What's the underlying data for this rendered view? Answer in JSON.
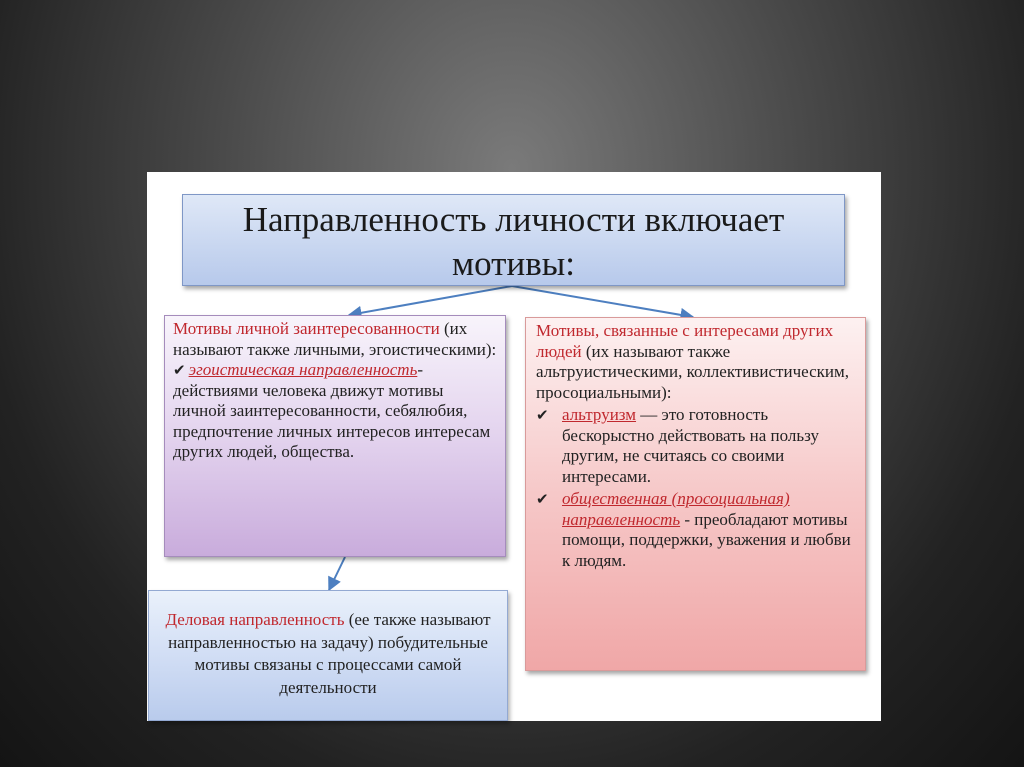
{
  "title": {
    "line1": "Направленность личности включает",
    "line2": "мотивы:"
  },
  "personal": {
    "heading_red": "Мотивы личной заинтересованности",
    "heading_rest": "(их называют также личными, эгоистическими)",
    "colon": ":",
    "term": "эгоистическая направленность",
    "definition": "-действиями человека движут мотивы личной заинтересованности, себялюбия, предпочтение личных интересов интересам других людей, общества."
  },
  "social": {
    "heading_red": "Мотивы, связанные с интересами других людей",
    "heading_rest": "(их называют также альтруистическими, коллективистическим, просоциальными):",
    "item1_term": "альтруизм",
    "item1_text": " — это готовность бескорыстно действовать на пользу другим, не считаясь со своими интересами.",
    "item2_term": "общественная (просоциальная) направленность",
    "item2_text": " - преобладают мотивы помощи, поддержки, уважения и любви к людям."
  },
  "business": {
    "heading_red": "Деловая направленность",
    "text": "  (ее также называют направленностью на задачу) побудительные мотивы связаны с процессами самой деятельности"
  },
  "icons": {
    "check": "check-icon",
    "arrow": "arrow-icon"
  },
  "colors": {
    "heading_red": "#c0282e",
    "arrow_blue": "#4d7fc0",
    "title_fill": "#b7c9eb",
    "personal_fill": "#c9acdc",
    "social_fill": "#f0a7a7",
    "business_fill": "#b9cbec"
  }
}
